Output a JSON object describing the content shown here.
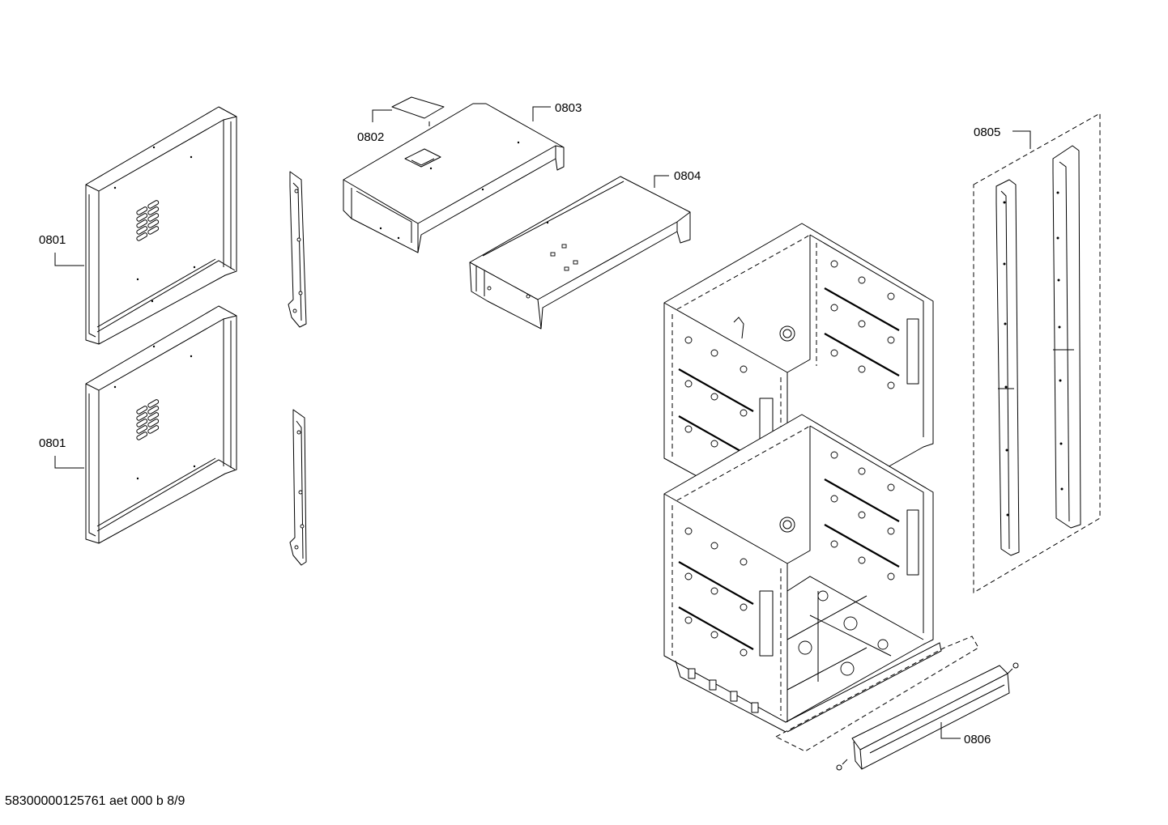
{
  "diagram": {
    "labels": {
      "side_panel_upper": "0801",
      "side_panel_lower": "0801",
      "cover_plate": "0802",
      "top_housing": "0803",
      "front_channel": "0804",
      "side_rails": "0805",
      "bottom_trim": "0806"
    }
  },
  "footer": {
    "doc_id": "58300000125761 aet 000 b 8/9"
  }
}
